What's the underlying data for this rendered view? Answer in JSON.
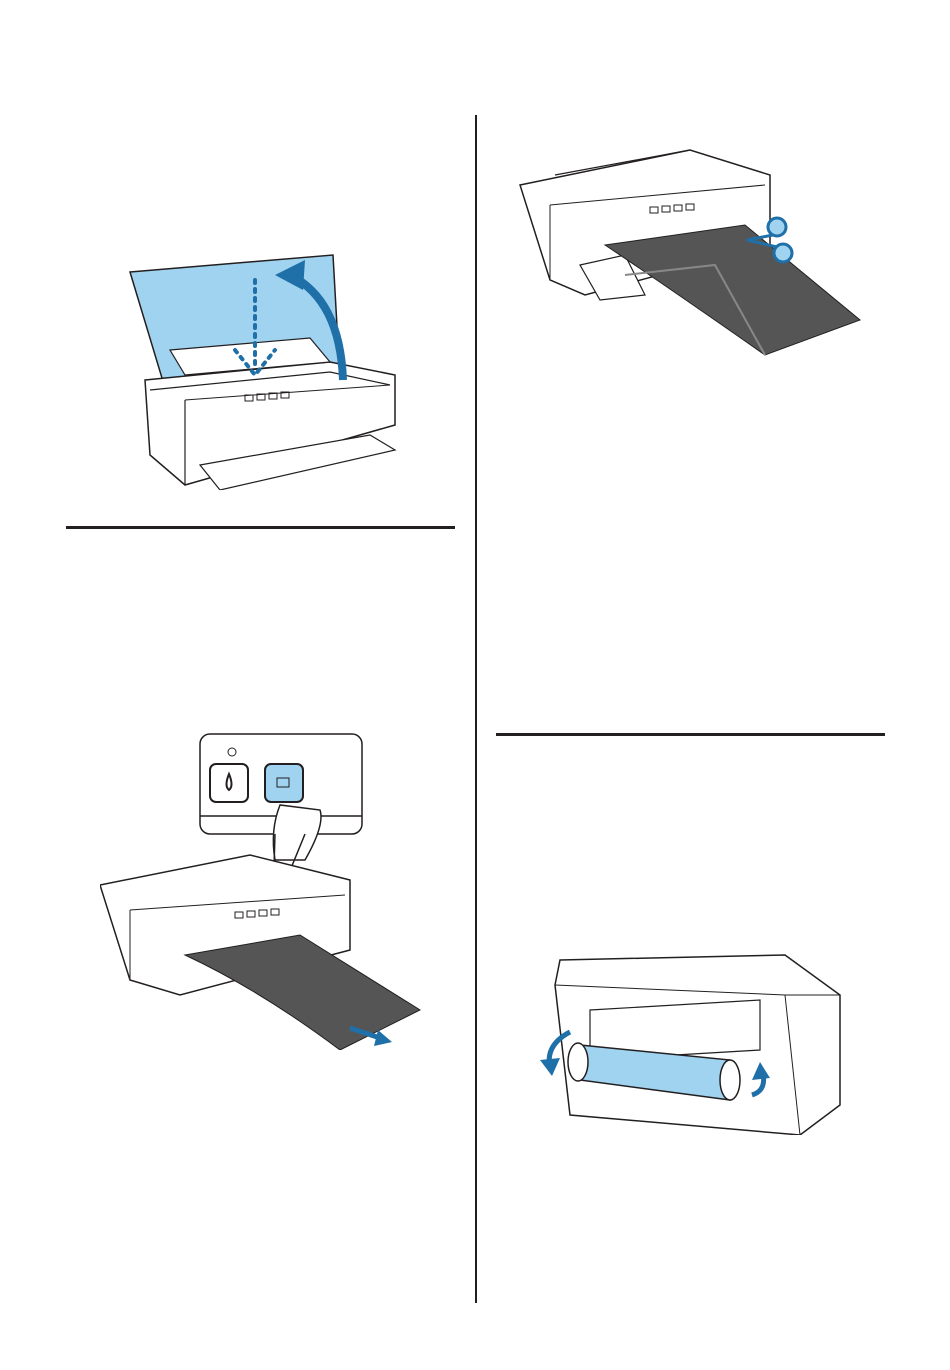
{
  "document": {
    "illustrations": [
      {
        "name": "printer-cover-open-illustration",
        "icon": "printer-open-cover-with-arrows"
      },
      {
        "name": "printer-cut-paper-illustration",
        "icon": "printer-scissors-cut-roll"
      },
      {
        "name": "printer-control-panel-button-illustration",
        "icon": "control-panel-roll-paper-button"
      },
      {
        "name": "printer-rewind-roll-illustration",
        "icon": "printer-roll-rewind-arrows"
      }
    ],
    "colors": {
      "accent_blue": "#9fd3ef",
      "arrow_blue": "#1f6fa8",
      "line": "#231f20"
    }
  }
}
